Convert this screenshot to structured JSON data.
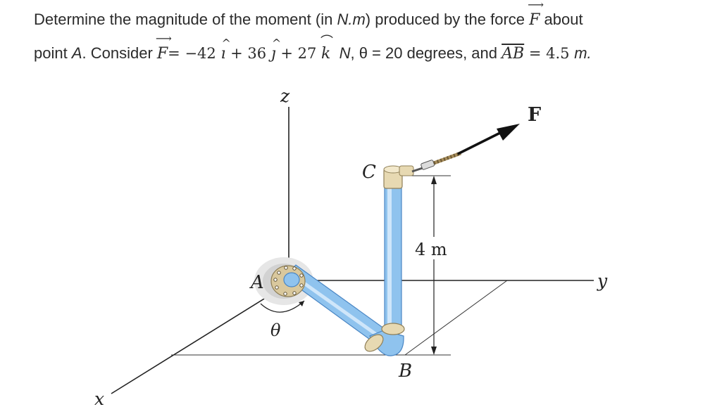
{
  "problem": {
    "line1_a": "Determine the magnitude of the moment (in ",
    "unit_moment": "N.m",
    "line1_b": ") produced by the force ",
    "force_symbol": "F",
    "line1_c": " about",
    "line2_a": "point ",
    "point_symbol": "A",
    "line2_b": ". Consider ",
    "eq_equals": "= −42 ",
    "i_hat": "ı",
    "plus_36": " + 36 ",
    "j_hat": "ȷ",
    "plus_27": " + 27 ",
    "k_hat": "k",
    "unit_force": "N",
    "theta_clause": ", θ = 20 degrees, and ",
    "ab_symbol": "AB",
    "ab_value": " = 4.5 ",
    "unit_length": "m."
  },
  "figure": {
    "label_z": "z",
    "label_y": "y",
    "label_x": "x",
    "label_A": "A",
    "label_B": "B",
    "label_C": "C",
    "label_F": "F",
    "label_theta": "θ",
    "label_height": "4 m"
  },
  "colors": {
    "pipe": "#8fc3ee",
    "pipe_dark": "#4a86c4",
    "collar": "#e7d9b2",
    "flange": "#d9c89d"
  }
}
